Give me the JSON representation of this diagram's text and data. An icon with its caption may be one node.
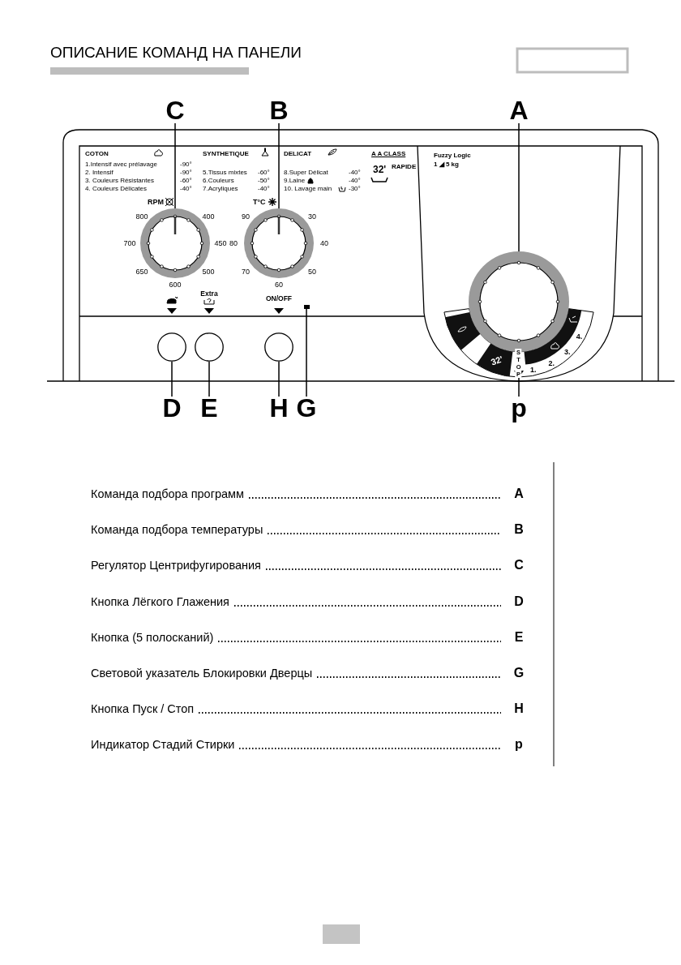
{
  "diagram": {
    "title": "ОПИСАНИЕ КОМАНД НА ПАНЕЛИ",
    "nodes": [
      {
        "text": [
          "C"
        ]
      },
      {
        "text": [
          "B"
        ]
      },
      {
        "text": [
          "A"
        ]
      },
      {
        "text": [],
        "shape": "circle"
      },
      {
        "text": [],
        "shape": "circle"
      },
      {
        "text": [],
        "shape": "circle"
      },
      {
        "text": [],
        "shape": "circle"
      },
      {
        "text": [],
        "shape": "circle"
      },
      {
        "text": [],
        "shape": "circle"
      },
      {
        "text": [],
        "shape": "box"
      },
      {
        "text": [],
        "shape": "triangle"
      },
      {
        "text": [
          "D"
        ]
      },
      {
        "text": [
          "E"
        ]
      },
      {
        "text": [
          "H"
        ]
      },
      {
        "text": [
          "G"
        ]
      },
      {
        "text": [
          "p"
        ]
      },
      {
        "text": [
          "Команда подбора программ"
        ]
      },
      {
        "text": [
          "A"
        ]
      },
      {
        "text": [
          "Команда подбора температуры"
        ]
      },
      {
        "text": [
          "B"
        ]
      },
      {
        "text": [
          "Регулятор Центрифугирования"
        ]
      },
      {
        "text": [
          "C"
        ]
      },
      {
        "text": [
          "Кнопка Лёгкого Глажения"
        ]
      },
      {
        "text": [
          "D"
        ]
      },
      {
        "text": [
          "Кнопка (5 полосканий)"
        ]
      },
      {
        "text": [
          "E"
        ]
      },
      {
        "text": [
          "Световой указатель Блокировки Дверцы"
        ]
      },
      {
        "text": [
          "G"
        ]
      },
      {
        "text": [
          "Кнопка Пуск / Стоп"
        ]
      },
      {
        "text": [
          "H"
        ]
      },
      {
        "text": [
          "Индикатор Стадий Стирки"
        ]
      },
      {
        "text": [
          "p"
        ]
      }
    ],
    "edges": [
      {
        "from": 0,
        "to": 3,
        "arrow": "none"
      },
      {
        "from": 1,
        "to": 4,
        "arrow": "none"
      },
      {
        "from": 2,
        "to": 5,
        "arrow": "none"
      },
      {
        "from": 11,
        "to": 6,
        "arrow": "none"
      },
      {
        "from": 12,
        "to": 7,
        "arrow": "none"
      },
      {
        "from": 13,
        "to": 8,
        "arrow": "none"
      },
      {
        "from": 14,
        "to": 9,
        "arrow": "none"
      },
      {
        "from": 15,
        "to": 10,
        "arrow": "none"
      },
      {
        "from": 16,
        "to": 17,
        "arrow": "none",
        "style": "dashed"
      },
      {
        "from": 18,
        "to": 19,
        "arrow": "none",
        "style": "dashed"
      },
      {
        "from": 20,
        "to": 21,
        "arrow": "none",
        "style": "dashed"
      },
      {
        "from": 22,
        "to": 23,
        "arrow": "none",
        "style": "dashed"
      },
      {
        "from": 24,
        "to": 25,
        "arrow": "none",
        "style": "dashed"
      },
      {
        "from": 26,
        "to": 27,
        "arrow": "none",
        "style": "dashed"
      },
      {
        "from": 28,
        "to": 29,
        "arrow": "none",
        "style": "dashed"
      },
      {
        "from": 30,
        "to": 31,
        "arrow": "none",
        "style": "dashed"
      }
    ],
    "labels": [
      "COTON",
      "SYNTHETIQUE",
      "DELICAT",
      "A A CLASS",
      "1.Intensif avec prélavage",
      "-90°",
      "2. Intensif",
      "-90°",
      "3. Couleurs Résistantes",
      "-60°",
      "4. Couleurs Délicates",
      "-40°",
      "5.Tissus mixtes",
      "-60°",
      "6.Couleurs",
      "-50°",
      "7.Acryliques",
      "-40°",
      "8.Super Délicat",
      "-40°",
      "9.Laine",
      "-40°",
      "10. Lavage main",
      "-30°",
      "32'",
      "RAPIDE",
      "Fuzzy Logic",
      "1 ◢ 5 kg",
      "RPM",
      "T°C",
      "800",
      "400",
      "700",
      "450",
      "650",
      "500",
      "600",
      "90",
      "30",
      "80",
      "40",
      "70",
      "50",
      "60",
      "Extra",
      "ON/OFF",
      "STOP",
      "32'",
      "1.",
      "2.",
      "3.",
      "4."
    ]
  }
}
